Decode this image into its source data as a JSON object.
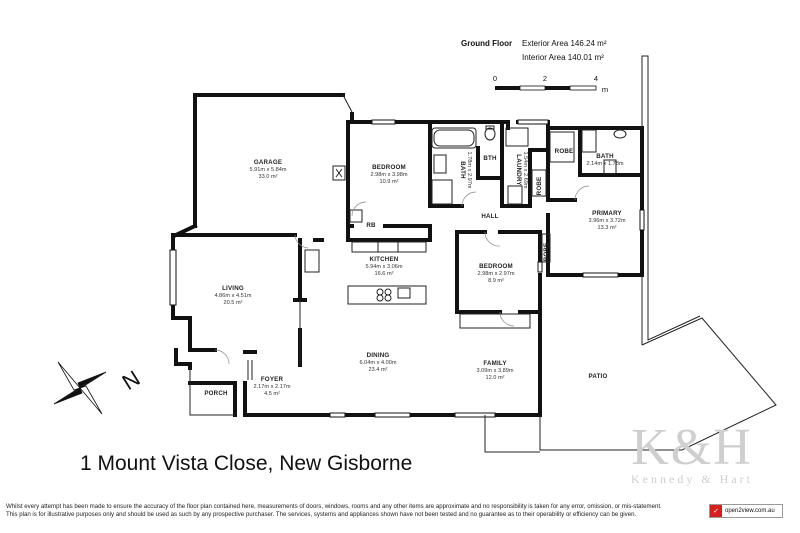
{
  "header": {
    "floor_label": "Ground Floor",
    "exterior_area": "Exterior Area 146.24 m²",
    "interior_area": "Interior Area 140.01 m²"
  },
  "scale": {
    "ticks": [
      "0",
      "2",
      "4"
    ],
    "unit": "m"
  },
  "compass": {
    "north_label": "N"
  },
  "rooms": {
    "garage": {
      "name": "GARAGE",
      "dims": "5.91m x 5.84m",
      "area": "33.0 m²"
    },
    "bedroom1": {
      "name": "BEDROOM",
      "dims": "2.98m x 3.98m",
      "area": "10.9 m²"
    },
    "bath1": {
      "name": "BATH",
      "dims": "1.78m x 2.97m"
    },
    "bth": {
      "name": "BTH"
    },
    "laundry": {
      "name": "LAUNDRY",
      "dims": "1.54m x 2.69m"
    },
    "robe1": {
      "name": "ROBE"
    },
    "robe2": {
      "name": "ROBE"
    },
    "robe3": {
      "name": "ROBE"
    },
    "bath2": {
      "name": "BATH",
      "dims": "2.14m x 1.78m"
    },
    "primary": {
      "name": "PRIMARY",
      "dims": "3.96m x 3.72m",
      "area": "13.3 m²"
    },
    "hall": {
      "name": "HALL"
    },
    "rb": {
      "name": "RB"
    },
    "kitchen": {
      "name": "KITCHEN",
      "dims": "5.94m x 3.06m",
      "area": "16.6 m²"
    },
    "bedroom2": {
      "name": "BEDROOM",
      "dims": "2.98m x 2.97m",
      "area": "8.9 m²"
    },
    "living": {
      "name": "LIVING",
      "dims": "4.86m x 4.51m",
      "area": "20.5 m²"
    },
    "dining": {
      "name": "DINING",
      "dims": "6.04m x 4.00m",
      "area": "23.4 m²"
    },
    "family": {
      "name": "FAMILY",
      "dims": "3.09m x 3.89m",
      "area": "12.0 m²"
    },
    "foyer": {
      "name": "FOYER",
      "dims": "2.17m x 2.17m",
      "area": "4.5 m²"
    },
    "porch": {
      "name": "PORCH"
    },
    "patio": {
      "name": "PATIO"
    }
  },
  "address": "1 Mount Vista Close, New Gisborne",
  "disclaimer": {
    "line1": "Whilst every attempt has been made to ensure the accuracy of the floor plan contained here, measurements of doors, windows, rooms and any other items are approximate and no responsibility is taken for any error, omission, or mis-statement.",
    "line2": "This plan is for illustrative purposes only and should be used as such by any prospective purchaser. The services, systems and appliances shown have not been tested and no guarantee as to their operability or efficiency can be given."
  },
  "branding": {
    "badge_text": "open2view.com.au",
    "watermark_mono": "K&H",
    "watermark_sub": "Kennedy & Hart"
  },
  "colors": {
    "wall": "#111111",
    "watermark": "#cfcfcf",
    "badge_red": "#d6201e"
  }
}
